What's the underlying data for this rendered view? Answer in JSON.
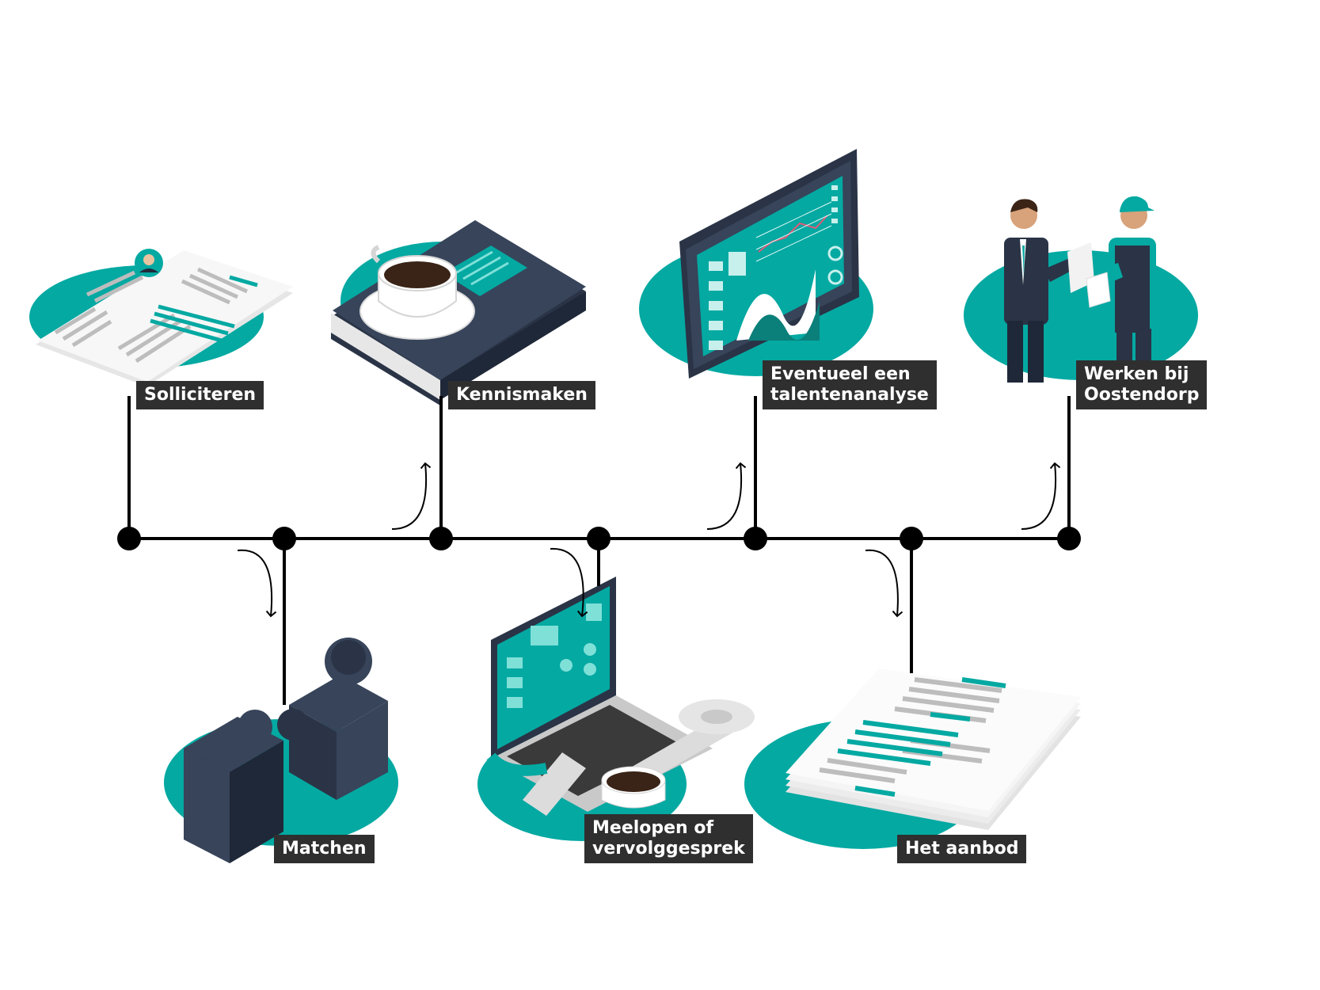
{
  "colors": {
    "teal": "#04a9a2",
    "teal_light": "#2ec4b9",
    "navy": "#37445a",
    "navy_dark": "#2a3446",
    "label_bg": "#2f2f2f",
    "label_text": "#ffffff",
    "line": "#000000",
    "paper": "#f2f2f2",
    "gray": "#b9b9b9"
  },
  "steps": [
    {
      "order": 1,
      "label": "Solliciteren",
      "icon": "cv-document-icon"
    },
    {
      "order": 2,
      "label": "Matchen",
      "icon": "puzzle-pieces-icon"
    },
    {
      "order": 3,
      "label": "Kennismaken",
      "icon": "coffee-book-icon"
    },
    {
      "order": 4,
      "label": "Meelopen of\nvervolggesprek",
      "icon": "laptop-wrench-icon"
    },
    {
      "order": 5,
      "label": "Eventueel een\ntalentenanalyse",
      "icon": "analytics-screen-icon"
    },
    {
      "order": 6,
      "label": "Het aanbod",
      "icon": "contract-papers-icon"
    },
    {
      "order": 7,
      "label": "Werken bij\nOostendorp",
      "icon": "handshake-people-icon"
    }
  ]
}
